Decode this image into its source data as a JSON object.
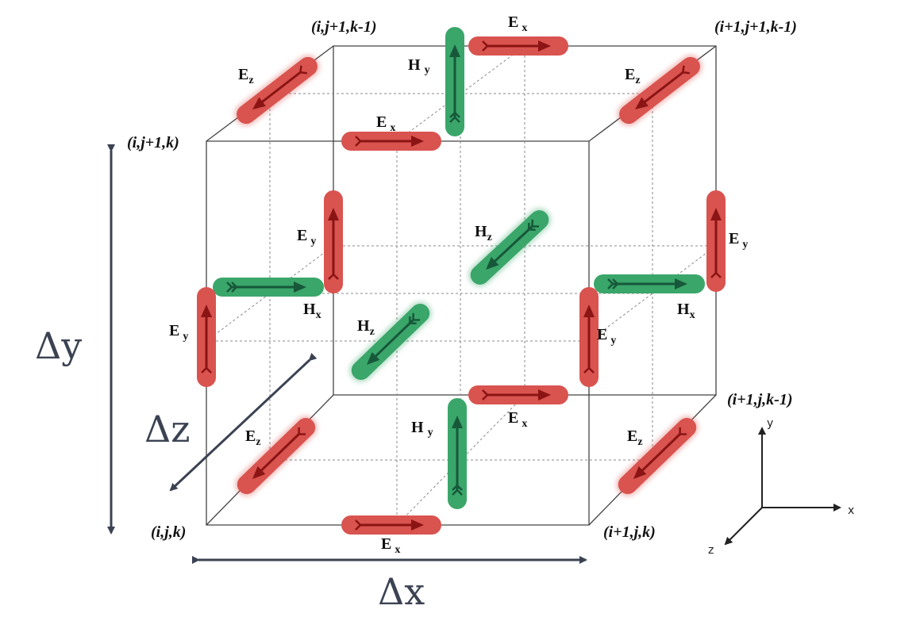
{
  "diagram": {
    "corners": {
      "top_back_left": "(i,j+1,k-1)",
      "top_back_right": "(i+1,j+1,k-1)",
      "top_front_left": "(i,j+1,k)",
      "bottom_back_right": "(i+1,j,k-1)",
      "bottom_front_left": "(i,j,k)",
      "bottom_front_right": "(i+1,j,k)"
    },
    "deltas": {
      "dx": "Δx",
      "dy": "Δy",
      "dz": "Δz"
    },
    "axes": {
      "x": "x",
      "y": "y",
      "z": "z"
    },
    "fields": {
      "Ex": [
        "E",
        "x"
      ],
      "Ey": [
        "E",
        "y"
      ],
      "Ez": [
        "E",
        "z"
      ],
      "Hx": [
        "H",
        "x"
      ],
      "Hy": [
        "H",
        "y"
      ],
      "Hz": [
        "H",
        "z"
      ]
    },
    "colors": {
      "e_field": "#d9534f",
      "e_arrow": "#8b1414",
      "h_field": "#3aa66a",
      "h_arrow": "#17583a",
      "cube_line": "#333333",
      "delta_arrow": "#3b4252"
    }
  }
}
